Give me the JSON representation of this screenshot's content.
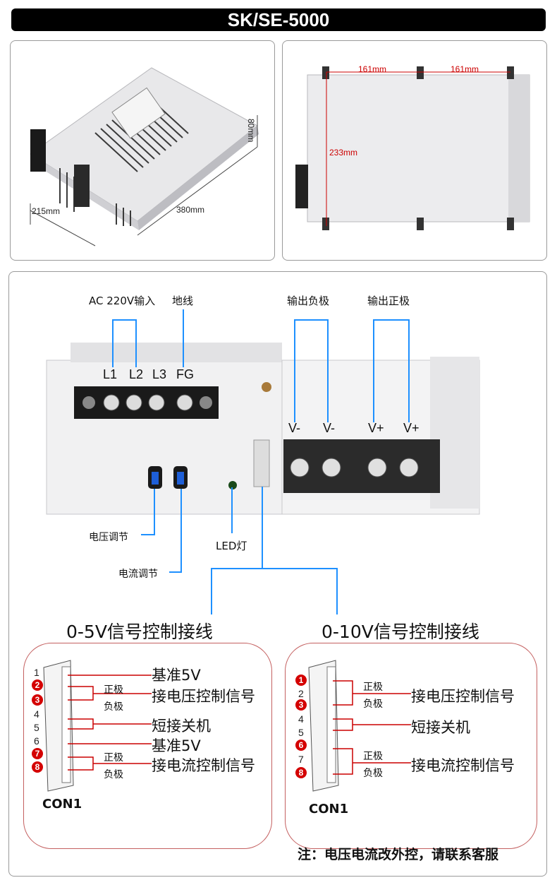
{
  "title": "SK/SE-5000",
  "dims": {
    "height": "80mm",
    "depth": "215mm",
    "length": "380mm",
    "span1": "161mm",
    "span2": "161mm",
    "width": "233mm"
  },
  "top_labels": {
    "ac_input": "AC 220V输入",
    "ground": "地线",
    "out_neg": "输出负极",
    "out_pos": "输出正极"
  },
  "terminals": [
    "L1",
    "L2",
    "L3",
    "FG"
  ],
  "outputs": [
    "V-",
    "V-",
    "V+",
    "V+"
  ],
  "callouts": {
    "voltage_adj": "电压调节",
    "current_adj": "电流调节",
    "led": "LED灯"
  },
  "section_left": {
    "heading": "0-5V信号控制接线",
    "pins": [
      "1",
      "2",
      "3",
      "4",
      "5",
      "6",
      "7",
      "8"
    ],
    "red_pins": [
      "2",
      "3",
      "7",
      "8"
    ],
    "labels": {
      "ref1": "基准5V",
      "vctrl": "接电压控制信号",
      "shutdown": "短接关机",
      "ref2": "基准5V",
      "ictrl": "接电流控制信号"
    },
    "pos1": "正极",
    "neg1": "负极",
    "pos2": "正极",
    "neg2": "负极",
    "connector": "CON1"
  },
  "section_right": {
    "heading": "0-10V信号控制接线",
    "pins": [
      "1",
      "2",
      "3",
      "4",
      "5",
      "6",
      "7",
      "8"
    ],
    "red_pins": [
      "1",
      "3",
      "6",
      "8"
    ],
    "labels": {
      "vctrl": "接电压控制信号",
      "shutdown": "短接关机",
      "ictrl": "接电流控制信号"
    },
    "pos1": "正极",
    "neg1": "负极",
    "pos2": "正极",
    "neg2": "负极",
    "connector": "CON1"
  },
  "note": "注：电压电流改外控，请联系客服",
  "colors": {
    "accent_blue": "#1e90ff",
    "accent_red": "#d40000",
    "title_bg": "#000000"
  }
}
